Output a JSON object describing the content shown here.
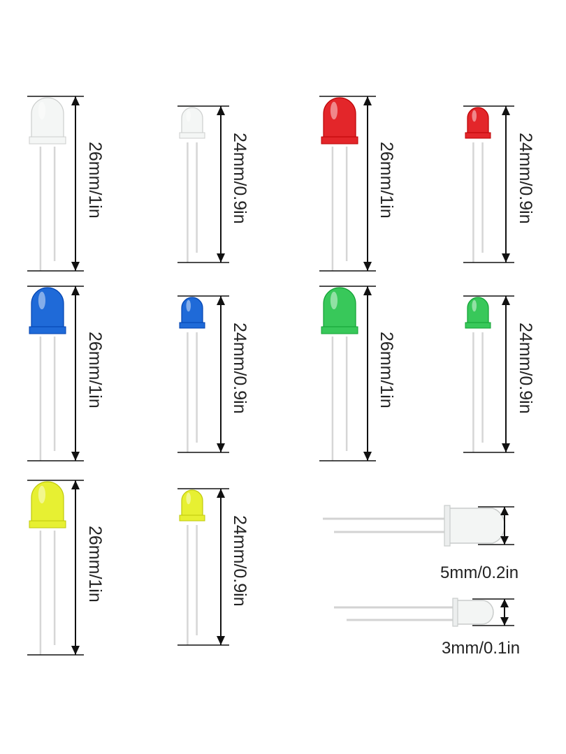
{
  "colors": {
    "white": "#f4f6f5",
    "red": "#e3262a",
    "blue": "#1f6ad8",
    "green": "#38c85a",
    "yellow": "#e7f032",
    "lead": "#d7d7d7",
    "line": "#111111"
  },
  "labels": {
    "large": "26mm/1in",
    "small": "24mm/0.9in",
    "diameter_5mm": "5mm/0.2in",
    "diameter_3mm": "3mm/0.1in"
  },
  "leds": [
    {
      "id": "white-5mm",
      "color": "white",
      "size": "large",
      "label_key": "large"
    },
    {
      "id": "white-3mm",
      "color": "white",
      "size": "small",
      "label_key": "small"
    },
    {
      "id": "red-5mm",
      "color": "red",
      "size": "large",
      "label_key": "large"
    },
    {
      "id": "red-3mm",
      "color": "red",
      "size": "small",
      "label_key": "small"
    },
    {
      "id": "blue-5mm",
      "color": "blue",
      "size": "large",
      "label_key": "large"
    },
    {
      "id": "blue-3mm",
      "color": "blue",
      "size": "small",
      "label_key": "small"
    },
    {
      "id": "green-5mm",
      "color": "green",
      "size": "large",
      "label_key": "large"
    },
    {
      "id": "green-3mm",
      "color": "green",
      "size": "small",
      "label_key": "small"
    },
    {
      "id": "yellow-5mm",
      "color": "yellow",
      "size": "large",
      "label_key": "large"
    },
    {
      "id": "yellow-3mm",
      "color": "yellow",
      "size": "small",
      "label_key": "small"
    }
  ]
}
